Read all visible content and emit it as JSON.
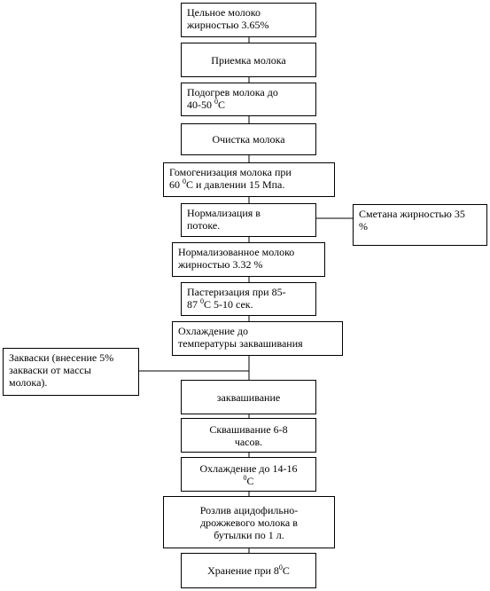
{
  "flowchart": {
    "steps": [
      {
        "id": "whole-milk",
        "lines": [
          "Цельное молоко",
          "жирностью 3.65%"
        ]
      },
      {
        "id": "milk-reception",
        "lines": [
          "Приемка молока"
        ]
      },
      {
        "id": "milk-heating",
        "line1": "Подогрев молока до",
        "line2_pre": "40-50 ",
        "line2_sup": "0",
        "line2_post": "С"
      },
      {
        "id": "milk-cleaning",
        "lines": [
          "Очистка молока"
        ]
      },
      {
        "id": "homogenization",
        "line1": "Гомогенизация молока при",
        "line2_pre": "60 ",
        "line2_sup": "0",
        "line2_post": "С и давлении 15 Мпа."
      },
      {
        "id": "normalization",
        "lines": [
          "Нормализация в",
          "потоке."
        ]
      },
      {
        "id": "normalized-milk",
        "lines": [
          "Нормализованное молоко",
          "жирностью 3.32 %"
        ]
      },
      {
        "id": "pasteurization",
        "line1": "Пастеризация при 85-",
        "line2_pre": "87 ",
        "line2_sup": "0",
        "line2_post": "С 5-10 сек."
      },
      {
        "id": "cooling",
        "lines": [
          "Охлаждение до",
          "температуры заквашивания"
        ]
      },
      {
        "id": "fermenting",
        "lines": [
          "заквашивание"
        ]
      },
      {
        "id": "souring",
        "lines": [
          "Сквашивание 6-8",
          "часов."
        ]
      },
      {
        "id": "cooling-2",
        "line1": "Охлаждение до 14-16",
        "line2_pre": "",
        "line2_sup": "0",
        "line2_post": "С"
      },
      {
        "id": "bottling",
        "lines": [
          "Розлив ацидофильно-",
          "дрожжевого молока в",
          "бутылки по 1 л."
        ]
      },
      {
        "id": "storage",
        "line1_pre": "Хранение при 8",
        "line1_sup": "0",
        "line1_post": "С"
      }
    ],
    "side": {
      "cream": {
        "lines": [
          "Сметана жирностью 35",
          "%"
        ]
      },
      "starter": {
        "lines": [
          "Закваски (внесение 5%",
          "закваски от массы",
          "молока)."
        ]
      }
    }
  }
}
